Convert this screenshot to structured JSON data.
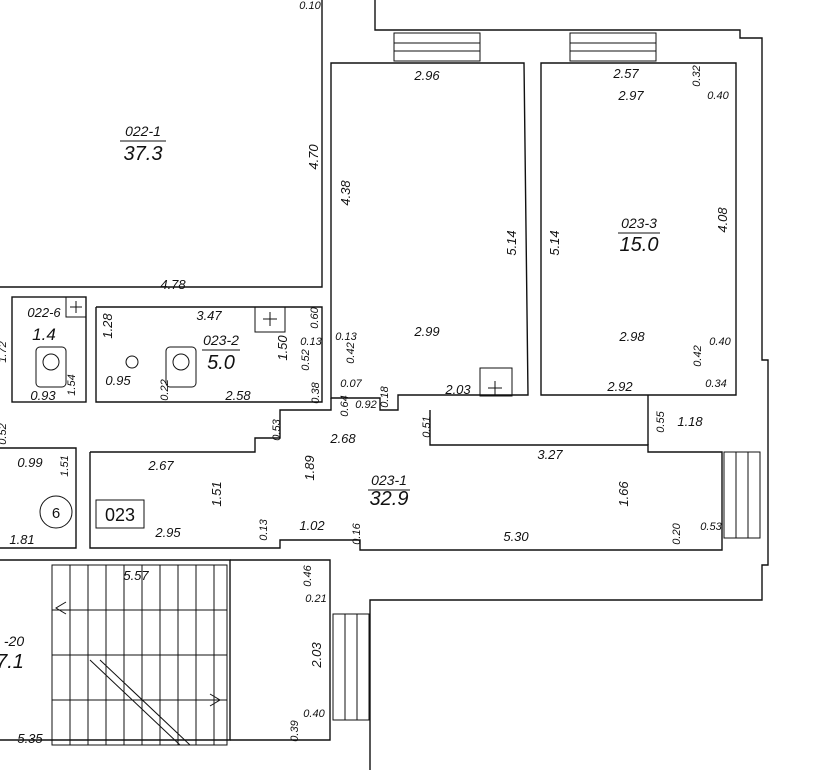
{
  "rooms": {
    "r022_1": {
      "id": "022-1",
      "area": "37.3"
    },
    "r022_6": {
      "id": "022-6",
      "area": "1.4"
    },
    "r023_2": {
      "id": "023-2",
      "area": "5.0"
    },
    "r023_3": {
      "id": "023-3",
      "area": "15.0"
    },
    "r023_1": {
      "id": "023-1",
      "area": "32.9"
    },
    "r20": {
      "id": "-20",
      "area": "7.1"
    }
  },
  "apartment_label": "023",
  "entrance_number": "6",
  "dims": {
    "d0_10": "0.10",
    "d2_96": "2.96",
    "d2_57": "2.57",
    "d0_32": "0.32",
    "d2_97": "2.97",
    "d0_40a": "0.40",
    "d4_70": "4.70",
    "d4_38": "4.38",
    "d5_14a": "5.14",
    "d5_14b": "5.14",
    "d4_08": "4.08",
    "d4_78": "4.78",
    "d3_47": "3.47",
    "d1_28": "1.28",
    "d0_60": "0.60",
    "d0_13a": "0.13",
    "d0_13b": "0.13",
    "d1_50": "1.50",
    "d0_52": "0.52",
    "d0_42a": "0.42",
    "d2_99": "2.99",
    "d2_98": "2.98",
    "d0_40b": "0.40",
    "d0_42b": "0.42",
    "d0_34": "0.34",
    "d1_72": "1.72",
    "d0_93": "0.93",
    "d1_54": "1.54",
    "d0_95": "0.95",
    "d0_22": "0.22",
    "d2_58": "2.58",
    "d0_38": "0.38",
    "d0_07": "0.07",
    "d0_64": "0.64",
    "d0_92": "0.92",
    "d0_18": "0.18",
    "d2_03a": "2.03",
    "d2_92": "2.92",
    "d0_53a": "0.53",
    "d2_68": "2.68",
    "d0_51": "0.51",
    "d3_27": "3.27",
    "d0_55": "0.55",
    "d1_18": "1.18",
    "d0_52b": "0.52",
    "d0_99": "0.99",
    "d1_51a": "1.51",
    "d2_67": "2.67",
    "d1_89": "1.89",
    "d1_51b": "1.51",
    "d1_66": "1.66",
    "d2_95": "2.95",
    "d0_13c": "0.13",
    "d1_02": "1.02",
    "d0_16": "0.16",
    "d5_30": "5.30",
    "d0_20": "0.20",
    "d0_53b": "0.53",
    "d1_81": "1.81",
    "d5_57": "5.57",
    "d0_46": "0.46",
    "d0_21": "0.21",
    "d2_03b": "2.03",
    "d0_40c": "0.40",
    "d0_39": "0.39",
    "d5_35": "5.35"
  }
}
